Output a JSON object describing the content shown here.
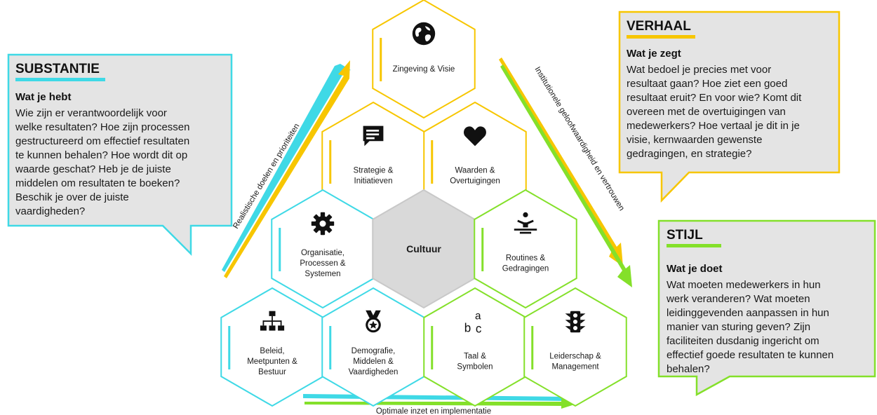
{
  "colors": {
    "yellow": "#f7c600",
    "cyan": "#3fd9e6",
    "green": "#84e02a",
    "center_fill": "#d9d9d9",
    "callout_fill": "#e4e4e4"
  },
  "hexagons": [
    {
      "id": "zingeving",
      "lines": [
        "Zingeving & Visie"
      ],
      "icon": "globe-icon",
      "color": "yellow"
    },
    {
      "id": "strategie",
      "lines": [
        "Strategie &",
        "Initiatieven"
      ],
      "icon": "message-icon",
      "color": "yellow"
    },
    {
      "id": "waarden",
      "lines": [
        "Waarden &",
        "Overtuigingen"
      ],
      "icon": "heart-icon",
      "color": "yellow"
    },
    {
      "id": "organisatie",
      "lines": [
        "Organisatie,",
        "Processen &",
        "Systemen"
      ],
      "icon": "gear-icon",
      "color": "cyan"
    },
    {
      "id": "cultuur",
      "lines": [
        "Cultuur"
      ],
      "icon": "",
      "color": "center"
    },
    {
      "id": "routines",
      "lines": [
        "Routines &",
        "Gedragingen"
      ],
      "icon": "person-balance-icon",
      "color": "green"
    },
    {
      "id": "beleid",
      "lines": [
        "Beleid,",
        "Meetpunten &",
        "Bestuur"
      ],
      "icon": "org-chart-icon",
      "color": "cyan"
    },
    {
      "id": "demografie",
      "lines": [
        "Demografie,",
        "Middelen &",
        "Vaardigheden"
      ],
      "icon": "medal-icon",
      "color": "cyan"
    },
    {
      "id": "taal",
      "lines": [
        "Taal &",
        "Symbolen"
      ],
      "icon": "abc-letters-icon",
      "color": "green"
    },
    {
      "id": "leiderschap",
      "lines": [
        "Leiderschap &",
        "Management"
      ],
      "icon": "traffic-light-icon",
      "color": "green"
    }
  ],
  "arrows": {
    "left_label": "Realistische doelen en prioriteiten",
    "right_label": "Institutionele geloofwaardigheid en vertrouwen",
    "bottom_label": "Optimale inzet en implementatie"
  },
  "callouts": {
    "substantie": {
      "title": "SUBSTANTIE",
      "subtitle": "Wat je hebt",
      "lines": [
        "Wie zijn er verantwoordelijk voor",
        "welke resultaten? Hoe zijn processen",
        "gestructureerd om effectief resultaten",
        "te kunnen behalen? Hoe wordt dit op",
        "waarde geschat? Heb je de juiste",
        "middelen om resultaten te boeken?",
        "Beschik je over de juiste",
        "vaardigheden?"
      ]
    },
    "verhaal": {
      "title": "VERHAAL",
      "subtitle": "Wat je zegt",
      "lines": [
        "Wat bedoel je precies met voor",
        "resultaat gaan? Hoe ziet een goed",
        "resultaat eruit? En voor wie? Komt dit",
        "overeen met de overtuigingen van",
        "medewerkers? Hoe vertaal je dit in je",
        "visie, kernwaarden gewenste",
        "gedragingen, en strategie?"
      ]
    },
    "stijl": {
      "title": "STIJL",
      "subtitle": "Wat je doet",
      "lines": [
        "Wat moeten medewerkers in hun",
        "werk veranderen? Wat moeten",
        "leidinggevenden aanpassen in hun",
        "manier van sturing geven? Zijn",
        "faciliteiten dusdanig ingericht om",
        "effectief goede resultaten te kunnen",
        "behalen?"
      ]
    }
  }
}
